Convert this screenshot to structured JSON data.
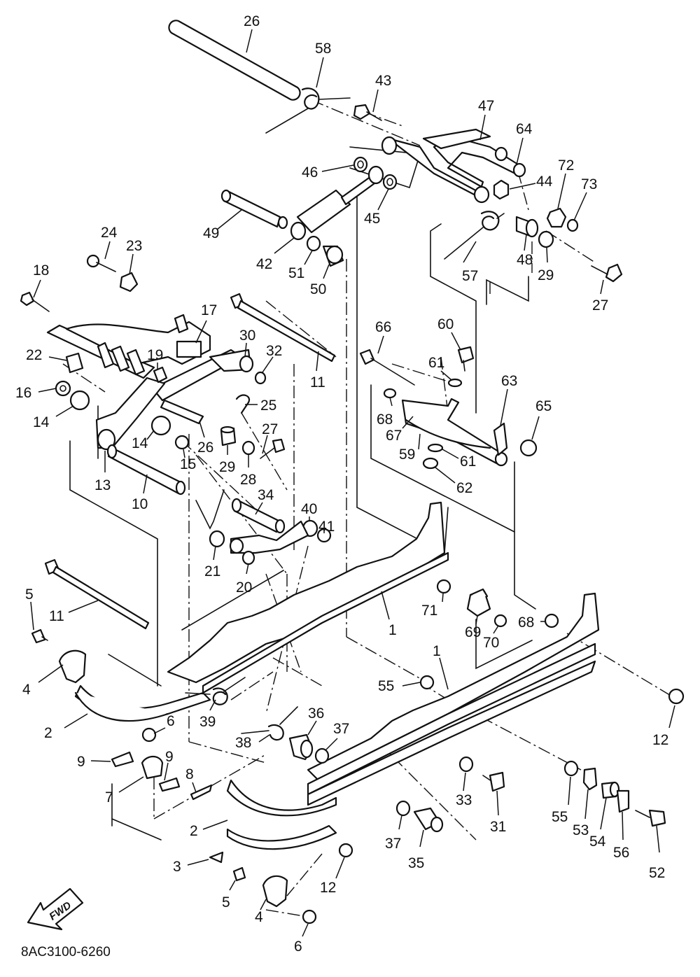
{
  "diagram": {
    "code": "8AC3100-6260",
    "fwd_label": "FWD",
    "callouts": [
      {
        "id": "c26a",
        "label": "26"
      },
      {
        "id": "c58",
        "label": "58"
      },
      {
        "id": "c43",
        "label": "43"
      },
      {
        "id": "c47",
        "label": "47"
      },
      {
        "id": "c64",
        "label": "64"
      },
      {
        "id": "c72",
        "label": "72"
      },
      {
        "id": "c73",
        "label": "73"
      },
      {
        "id": "c46",
        "label": "46"
      },
      {
        "id": "c44",
        "label": "44"
      },
      {
        "id": "c45",
        "label": "45"
      },
      {
        "id": "c49",
        "label": "49"
      },
      {
        "id": "c42",
        "label": "42"
      },
      {
        "id": "c51",
        "label": "51"
      },
      {
        "id": "c50",
        "label": "50"
      },
      {
        "id": "c57",
        "label": "57"
      },
      {
        "id": "c48",
        "label": "48"
      },
      {
        "id": "c29a",
        "label": "29"
      },
      {
        "id": "c27a",
        "label": "27"
      },
      {
        "id": "c24",
        "label": "24"
      },
      {
        "id": "c23",
        "label": "23"
      },
      {
        "id": "c18",
        "label": "18"
      },
      {
        "id": "c17",
        "label": "17"
      },
      {
        "id": "c30",
        "label": "30"
      },
      {
        "id": "c32",
        "label": "32"
      },
      {
        "id": "c22",
        "label": "22"
      },
      {
        "id": "c19",
        "label": "19"
      },
      {
        "id": "c16",
        "label": "16"
      },
      {
        "id": "c14a",
        "label": "14"
      },
      {
        "id": "c14b",
        "label": "14"
      },
      {
        "id": "c25",
        "label": "25"
      },
      {
        "id": "c11a",
        "label": "11"
      },
      {
        "id": "c66",
        "label": "66"
      },
      {
        "id": "c60",
        "label": "60"
      },
      {
        "id": "c61a",
        "label": "61"
      },
      {
        "id": "c63",
        "label": "63"
      },
      {
        "id": "c68a",
        "label": "68"
      },
      {
        "id": "c65",
        "label": "65"
      },
      {
        "id": "c67",
        "label": "67"
      },
      {
        "id": "c59",
        "label": "59"
      },
      {
        "id": "c61b",
        "label": "61"
      },
      {
        "id": "c62",
        "label": "62"
      },
      {
        "id": "c27b",
        "label": "27"
      },
      {
        "id": "c29b",
        "label": "29"
      },
      {
        "id": "c28",
        "label": "28"
      },
      {
        "id": "c15",
        "label": "15"
      },
      {
        "id": "c26b",
        "label": "26"
      },
      {
        "id": "c13",
        "label": "13"
      },
      {
        "id": "c10",
        "label": "10"
      },
      {
        "id": "c34",
        "label": "34"
      },
      {
        "id": "c40",
        "label": "40"
      },
      {
        "id": "c41",
        "label": "41"
      },
      {
        "id": "c21",
        "label": "21"
      },
      {
        "id": "c20",
        "label": "20"
      },
      {
        "id": "c5a",
        "label": "5"
      },
      {
        "id": "c11b",
        "label": "11"
      },
      {
        "id": "c1a",
        "label": "1"
      },
      {
        "id": "c71",
        "label": "71"
      },
      {
        "id": "c69",
        "label": "69"
      },
      {
        "id": "c70",
        "label": "70"
      },
      {
        "id": "c68b",
        "label": "68"
      },
      {
        "id": "c4a",
        "label": "4"
      },
      {
        "id": "c1b",
        "label": "1"
      },
      {
        "id": "c55a",
        "label": "55"
      },
      {
        "id": "c2a",
        "label": "2"
      },
      {
        "id": "c6a",
        "label": "6"
      },
      {
        "id": "c39",
        "label": "39"
      },
      {
        "id": "c36",
        "label": "36"
      },
      {
        "id": "c37a",
        "label": "37"
      },
      {
        "id": "c38",
        "label": "38"
      },
      {
        "id": "c12a",
        "label": "12"
      },
      {
        "id": "c9a",
        "label": "9"
      },
      {
        "id": "c9b",
        "label": "9"
      },
      {
        "id": "c8",
        "label": "8"
      },
      {
        "id": "c7",
        "label": "7"
      },
      {
        "id": "c33",
        "label": "33"
      },
      {
        "id": "c31",
        "label": "31"
      },
      {
        "id": "c55b",
        "label": "55"
      },
      {
        "id": "c53",
        "label": "53"
      },
      {
        "id": "c54",
        "label": "54"
      },
      {
        "id": "c56",
        "label": "56"
      },
      {
        "id": "c52",
        "label": "52"
      },
      {
        "id": "c2b",
        "label": "2"
      },
      {
        "id": "c37b",
        "label": "37"
      },
      {
        "id": "c35",
        "label": "35"
      },
      {
        "id": "c3",
        "label": "3"
      },
      {
        "id": "c5b",
        "label": "5"
      },
      {
        "id": "c12b",
        "label": "12"
      },
      {
        "id": "c4b",
        "label": "4"
      },
      {
        "id": "c6b",
        "label": "6"
      }
    ]
  }
}
